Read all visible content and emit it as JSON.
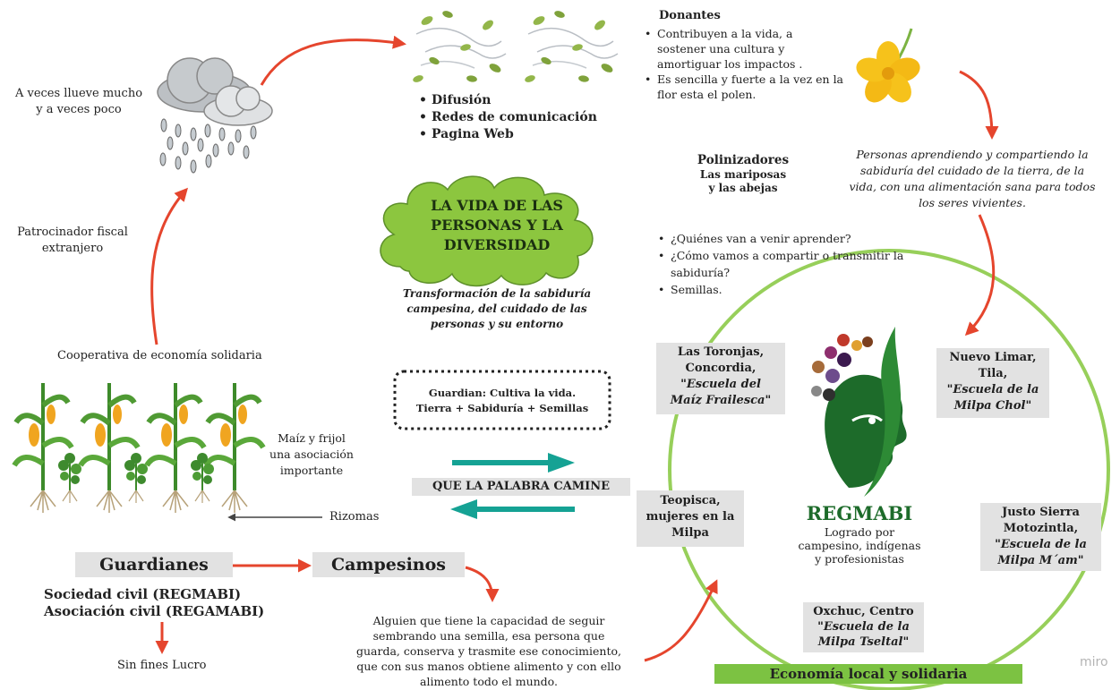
{
  "central": {
    "title_lines": [
      "LA VIDA DE LAS",
      "PERSONAS Y LA",
      "DIVERSIDAD"
    ],
    "caption_lines": [
      "Transformación de la sabiduría",
      "campesina, del cuidado de las",
      "personas y su entorno"
    ]
  },
  "guardian_box": {
    "lines": [
      "Guardian: Cultiva la vida.",
      "Tierra + Sabiduría + Semillas"
    ]
  },
  "palabra": {
    "label": "QUE LA PALABRA CAMINE"
  },
  "rain": {
    "label_lines": [
      "A veces llueve mucho",
      "y a veces poco"
    ]
  },
  "fiscal": {
    "label_lines": [
      "Patrocinador fiscal",
      "extranjero"
    ]
  },
  "difusion": {
    "items": [
      "Difusión",
      "Redes de comunicación",
      "Pagina Web"
    ]
  },
  "donantes": {
    "title": "Donantes",
    "items": [
      "Contribuyen a la vida, a sostener una cultura y amortiguar los impactos .",
      "Es sencilla y fuerte a la vez en la flor esta el polen."
    ]
  },
  "polinizadores": {
    "title": "Polinizadores",
    "subtitle_lines": [
      "Las mariposas",
      "y las abejas"
    ]
  },
  "personas": {
    "lines": [
      "Personas aprendiendo y compartiendo la",
      "sabiduría del cuidado de la tierra, de la",
      "vida, con una alimentación sana para todos",
      "los seres vivientes."
    ]
  },
  "questions": {
    "items": [
      "¿Quiénes van a venir aprender?",
      "¿Cómo vamos a compartir o transmitir la sabiduría?",
      "Semillas."
    ]
  },
  "cooperativa": {
    "label": "Cooperativa de economía solidaria"
  },
  "maiz": {
    "label_lines": [
      "Maíz y frijol",
      "una  asociación",
      "importante"
    ]
  },
  "rizomas": {
    "label": "Rizomas"
  },
  "guardianes": {
    "label": "Guardianes"
  },
  "campesinos": {
    "label": "Campesinos"
  },
  "sociedad": {
    "lines": [
      "Sociedad civil (REGMABI)",
      "Asociación civil (REGAMABI)"
    ]
  },
  "lucro": {
    "label": "Sin fines Lucro"
  },
  "alguien": {
    "lines": [
      "Alguien que tiene la capacidad de seguir",
      "sembrando una semilla, esa persona que",
      "guarda, conserva y trasmite ese conocimiento,",
      "que con sus manos obtiene alimento y con ello",
      "alimento todo el mundo."
    ]
  },
  "schools": {
    "toronjas": {
      "lines": [
        "Las Toronjas,",
        "Concordia,"
      ],
      "italic_lines": [
        "\"Escuela del",
        "Maíz Frailesca\""
      ]
    },
    "limar": {
      "lines": [
        "Nuevo Limar,",
        "Tila,"
      ],
      "italic_lines": [
        "\"Escuela de la",
        "Milpa Chol\""
      ]
    },
    "teopisca": {
      "lines": [
        "Teopisca,",
        "mujeres en la",
        "Milpa"
      ]
    },
    "justo": {
      "lines": [
        "Justo Sierra",
        "Motozintla,"
      ],
      "italic_lines": [
        "\"Escuela de la",
        "Milpa M´am\""
      ]
    },
    "oxchuc": {
      "lines": [
        "Oxchuc, Centro"
      ],
      "italic_lines": [
        "\"Escuela de la",
        "Milpa Tseltal\""
      ]
    }
  },
  "regmabi": {
    "name": "REGMABI",
    "caption_lines": [
      "Logrado por",
      "campesino, indígenas",
      "y profesionistas"
    ]
  },
  "economia": {
    "label": "Economía local y solidaria"
  },
  "watermark": {
    "label": "miro"
  },
  "colors": {
    "cloud_green": "#8cc63f",
    "circle_green": "#97cf5a",
    "teal_arrow": "#15a294",
    "red_arrow": "#e5452d",
    "box_grey": "#e2e2e2",
    "footer_green": "#7cc242",
    "logo_green": "#1d6b2a"
  }
}
